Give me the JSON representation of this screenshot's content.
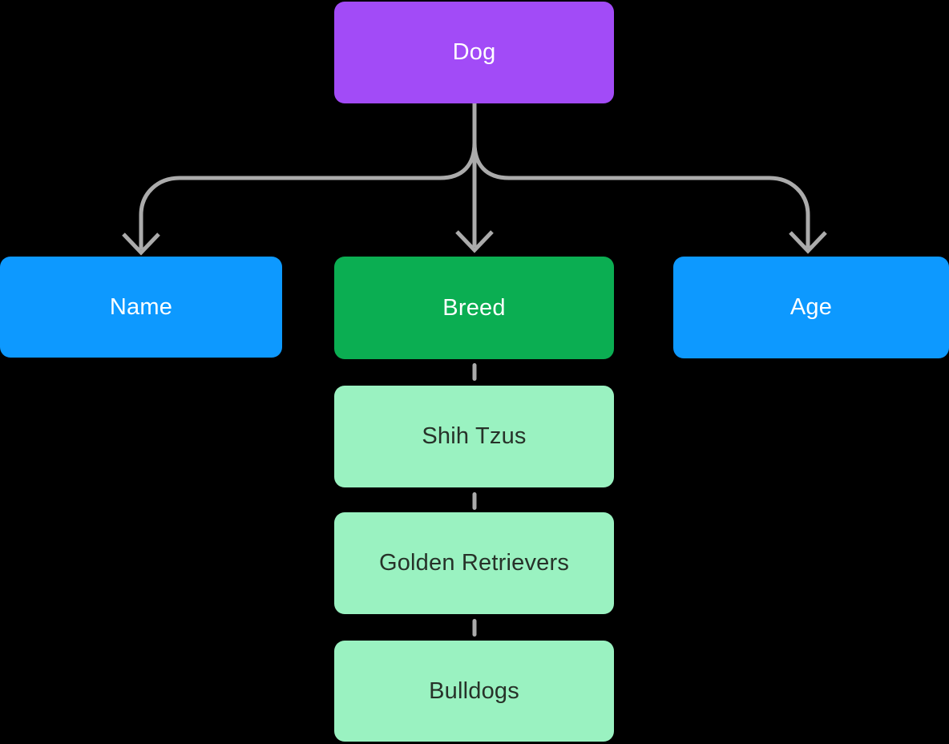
{
  "canvas": {
    "background": "#000000",
    "connector_color": "#ABABAB"
  },
  "colors": {
    "root_fill": "#A24BF7",
    "attribute_fill": "#0D99FF",
    "breed_fill": "#0BAE52",
    "breed_item_fill": "#9AF2C1",
    "text_light": "#FFFFFF",
    "text_dark": "#273229"
  },
  "nodes": {
    "root": {
      "label": "Dog"
    },
    "name": {
      "label": "Name"
    },
    "breed": {
      "label": "Breed"
    },
    "age": {
      "label": "Age"
    },
    "breed_items": [
      {
        "label": "Shih Tzus"
      },
      {
        "label": "Golden Retrievers"
      },
      {
        "label": "Bulldogs"
      }
    ]
  }
}
